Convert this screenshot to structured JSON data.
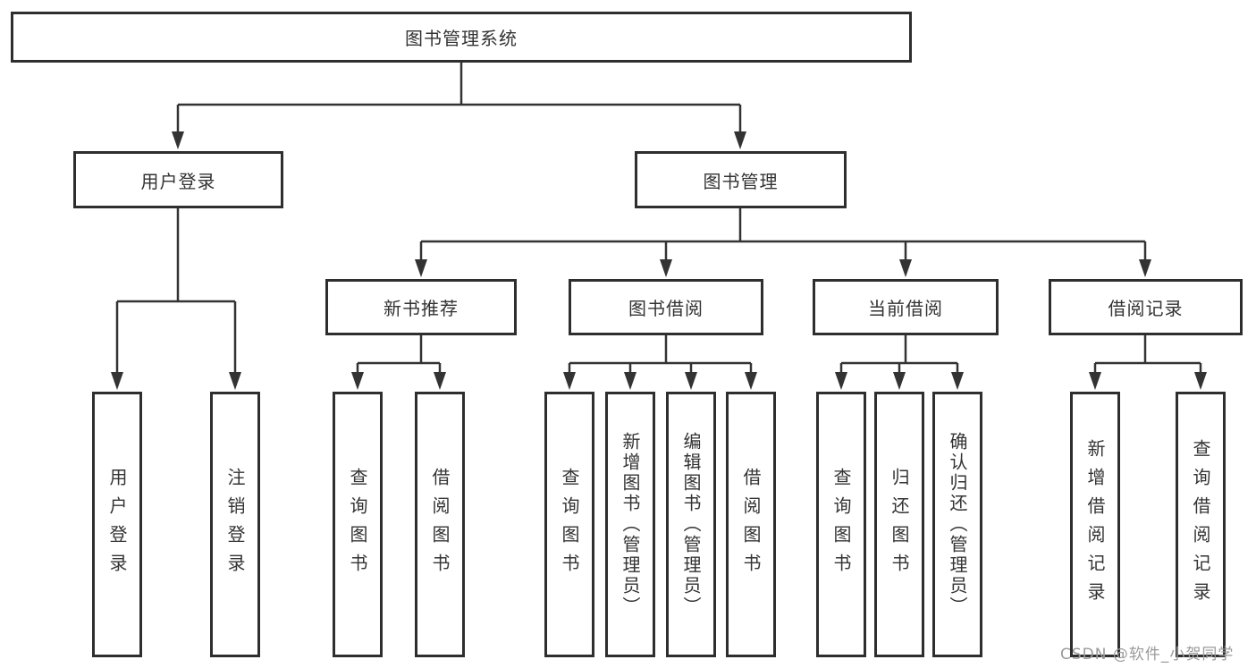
{
  "title": {
    "label": "图书管理系统"
  },
  "branches": {
    "user_login": {
      "label": "用户登录",
      "children": [
        {
          "label": "用户登录"
        },
        {
          "label": "注销登录"
        }
      ]
    },
    "book_management": {
      "label": "图书管理",
      "sections": [
        {
          "label": "新书推荐",
          "children": [
            {
              "label": "查询图书"
            },
            {
              "label": "借阅图书"
            }
          ]
        },
        {
          "label": "图书借阅",
          "children": [
            {
              "label": "查询图书"
            },
            {
              "label": "新增图书（管理员）"
            },
            {
              "label": "编辑图书（管理员）"
            },
            {
              "label": "借阅图书"
            }
          ]
        },
        {
          "label": "当前借阅",
          "children": [
            {
              "label": "查询图书"
            },
            {
              "label": "归还图书"
            },
            {
              "label": "确认归还（管理员）"
            }
          ]
        },
        {
          "label": "借阅记录",
          "children": [
            {
              "label": "新增借阅记录"
            },
            {
              "label": "查询借阅记录"
            }
          ]
        }
      ]
    }
  },
  "watermark": {
    "text": "CSDN @软件_小贺同学"
  },
  "colors": {
    "line": "#333333",
    "box_border": "#2e2e2e",
    "text": "#333333",
    "background": "#ffffff",
    "watermark": "#9b9b9b"
  }
}
